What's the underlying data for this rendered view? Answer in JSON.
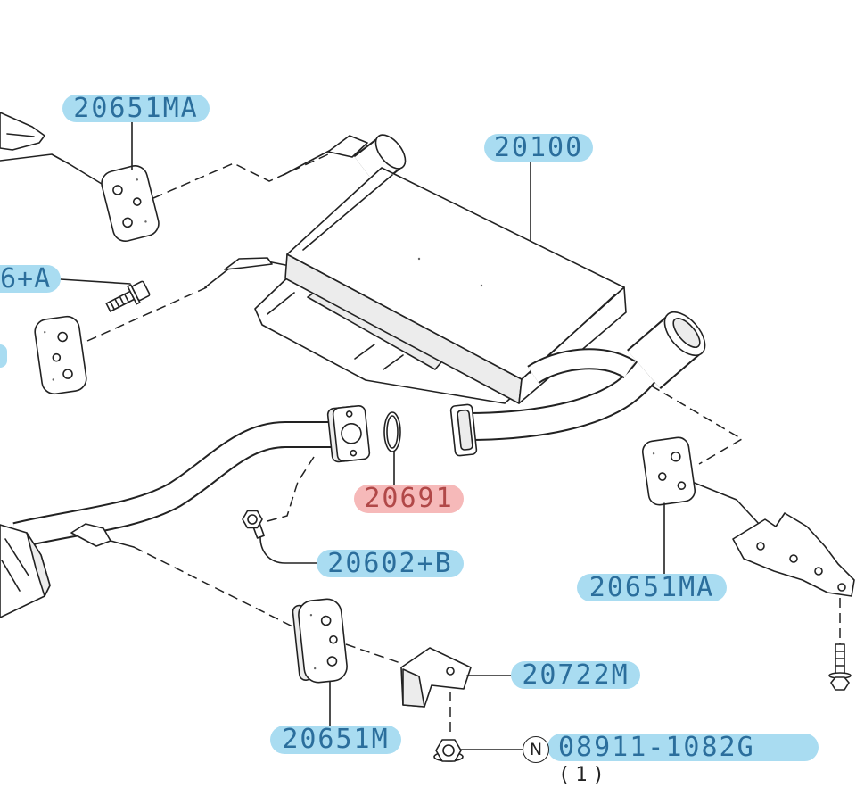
{
  "labels": {
    "top_left_hanger": "20651MA",
    "muffler": "20100",
    "left_bolt": "6+A",
    "gasket": "20691",
    "center_bolt": "20602+B",
    "right_hanger": "20651MA",
    "bracket": "20722M",
    "bottom_hanger": "20651M",
    "nut_prefix": "N",
    "nut": "08911-1082G",
    "nut_quantity": "(1)"
  },
  "colors": {
    "label_fill": "#a9dcf1",
    "label_text": "#2b6e9c",
    "highlight_fill": "#f6b9b9",
    "highlight_text": "#b14848",
    "line": "#222222"
  }
}
